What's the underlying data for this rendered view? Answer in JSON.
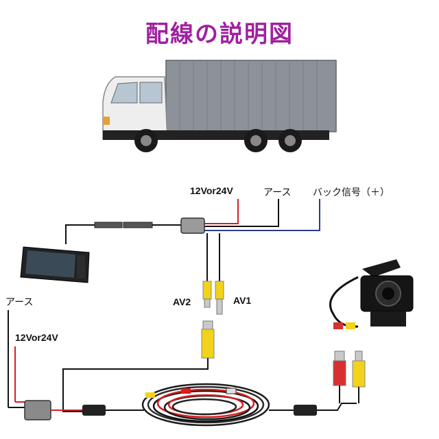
{
  "title": "配線の説明図",
  "colors": {
    "title": "#a020a0",
    "red_wire": "#d42020",
    "blue_wire": "#2a3a8a",
    "black_wire": "#111111",
    "rca_yellow": "#f2d21a",
    "rca_red": "#d83030",
    "truck_cargo": "#8c9298",
    "truck_cab": "#eeeeee"
  },
  "labels": {
    "power_top": "12Vor24V",
    "ground_top": "アース",
    "reverse_signal": "バック信号（＋）",
    "av2": "AV2",
    "av1": "AV1",
    "ground_left": "アース",
    "power_left": "12Vor24V"
  },
  "icons": {
    "truck": "truck-icon",
    "monitor": "monitor-icon",
    "camera": "backup-camera-icon",
    "cable_reel": "extension-cable-icon"
  }
}
